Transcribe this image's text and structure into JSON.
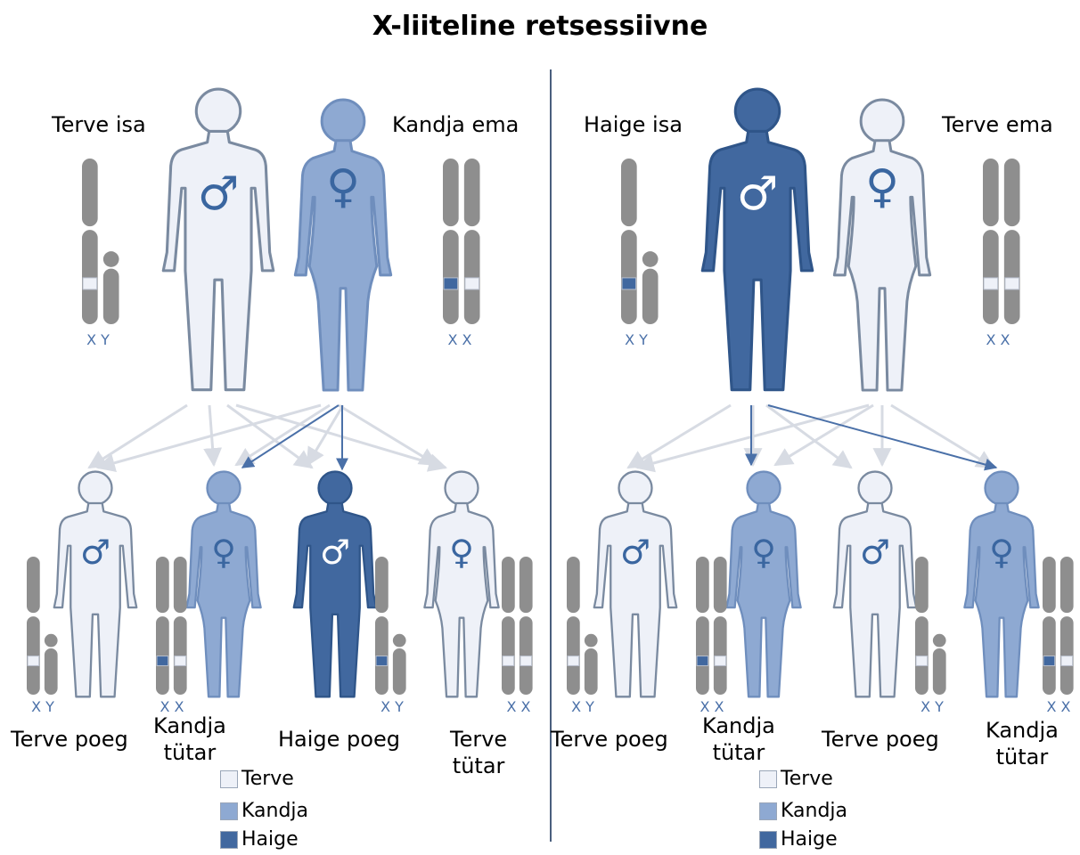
{
  "title": "X-liiteline retsessiivne",
  "colors": {
    "terve": "#eef1f8",
    "kandja": "#8ea9d2",
    "haige": "#41689f",
    "outline": "#7a8aa0",
    "chromosome": "#8e8e8e",
    "symbol": "#3a66a0",
    "arrow_active": "#4a70a8",
    "arrow_faint": "#d7dbe3"
  },
  "left": {
    "father_label": "Terve isa",
    "mother_label": "Kandja ema",
    "father_chromosomes": "X Y",
    "mother_chromosomes": "X X",
    "children": [
      {
        "label": "Terve poeg",
        "chromosomes": "X Y",
        "status": "terve",
        "sex": "male"
      },
      {
        "label": "Kandja\ntütar",
        "chromosomes": "X X",
        "status": "kandja",
        "sex": "female"
      },
      {
        "label": "Haige poeg",
        "chromosomes": "X Y",
        "status": "haige",
        "sex": "male"
      },
      {
        "label": "Terve\ntütar",
        "chromosomes": "X X",
        "status": "terve",
        "sex": "female"
      }
    ]
  },
  "right": {
    "father_label": "Haige isa",
    "mother_label": "Terve ema",
    "father_chromosomes": "X Y",
    "mother_chromosomes": "X X",
    "children": [
      {
        "label": "Terve poeg",
        "chromosomes": "X Y",
        "status": "terve",
        "sex": "male"
      },
      {
        "label": "Kandja\ntütar",
        "chromosomes": "X X",
        "status": "kandja",
        "sex": "female"
      },
      {
        "label": "Terve poeg",
        "chromosomes": "X Y",
        "status": "terve",
        "sex": "male"
      },
      {
        "label": "Kandja\ntütar",
        "chromosomes": "X X",
        "status": "kandja",
        "sex": "female"
      }
    ]
  },
  "legend": {
    "healthy": "Terve",
    "carrier": "Kandja",
    "affected": "Haige"
  },
  "icons": {
    "male": "male-symbol-icon",
    "female": "female-symbol-icon"
  },
  "symbols": {
    "male": "♂",
    "female": "♀"
  }
}
